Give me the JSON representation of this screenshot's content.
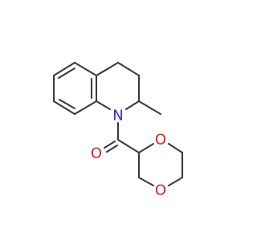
{
  "colors": {
    "bond": "#3b3b3b",
    "nitrogen": "#2a2ae8",
    "oxygen": "#e81e1e",
    "background": "#ffffff"
  },
  "atoms": {
    "nitrogen": "N",
    "carbonyl_oxygen": "O",
    "ring_oxygen_top": "O",
    "ring_oxygen_bottom": "O"
  }
}
